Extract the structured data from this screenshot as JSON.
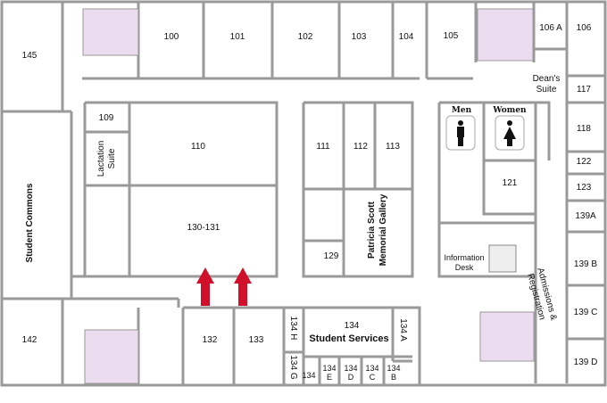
{
  "rooms": {
    "r145": "145",
    "r100": "100",
    "r101": "101",
    "r102": "102",
    "r103": "103",
    "r104": "104",
    "r105": "105",
    "r106a": "106 A",
    "r106": "106",
    "deans": "Dean's",
    "deans2": "Suite",
    "r117": "117",
    "r118": "118",
    "r122": "122",
    "r123": "123",
    "r139a": "139A",
    "r139b": "139 B",
    "r139c": "139 C",
    "r139d": "139 D",
    "r109": "109",
    "lact": "Lactation",
    "lact2": "Suite",
    "r110": "110",
    "r130": "130-131",
    "r111": "111",
    "r112": "112",
    "r113": "113",
    "gallery": "Patricia Scott",
    "gallery2": "Memorial Gallery",
    "r129": "129",
    "men": "Men",
    "women": "Women",
    "r121": "121",
    "info": "Information",
    "info2": "Desk",
    "commons": "Student Commons",
    "r142": "142",
    "r132": "132",
    "r133": "133",
    "r134": "134",
    "services": "Student Services",
    "r134a": "134 A",
    "r134h": "134 H",
    "r134g": "134 G",
    "r134e": "134",
    "r134eL": "E",
    "r134d": "134",
    "r134dL": "D",
    "r134c": "134",
    "r134cL": "C",
    "r134b": "134",
    "r134bL": "B",
    "r134x": "134",
    "admissions": "Admissions &",
    "admissions2": "Registration"
  },
  "colors": {
    "wall": "#9a9a9a",
    "stair": "#ecdcf0",
    "arrow": "#d0102a"
  }
}
